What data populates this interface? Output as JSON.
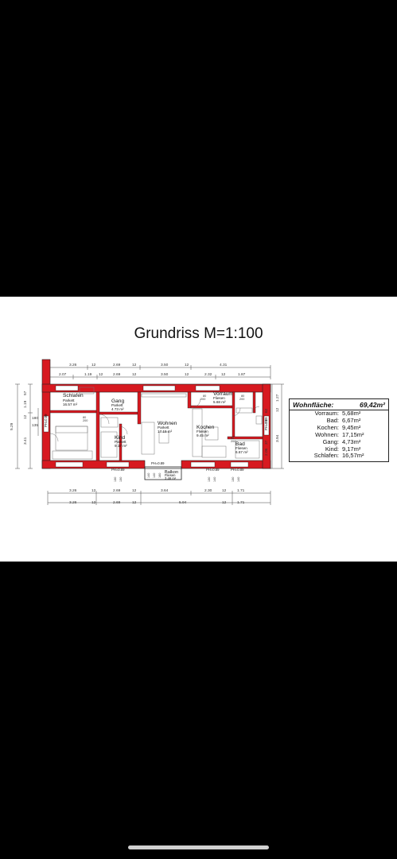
{
  "title": "Grundriss  M=1:100",
  "area_table": {
    "heading_label": "Wohnfläche:",
    "heading_value": "69,42m²",
    "rows": [
      {
        "label": "Vorraum:",
        "value": "5,68m²"
      },
      {
        "label": "Bad:",
        "value": "6,67m²"
      },
      {
        "label": "Kochen:",
        "value": "9,45m²"
      },
      {
        "label": "Wohnen:",
        "value": "17,15m²"
      },
      {
        "label": "Gang:",
        "value": "4,73m²"
      },
      {
        "label": "Kind:",
        "value": "9,17m²"
      },
      {
        "label": "Schlafen:",
        "value": "16,57m²"
      }
    ]
  },
  "rooms": {
    "schlafen": {
      "name": "Schlafen",
      "floor": "Parkett",
      "area": "16.57 m²"
    },
    "gang": {
      "name": "Gang",
      "floor": "Parkett",
      "area": "4.73 m²"
    },
    "kind": {
      "name": "Kind",
      "floor": "Parkett",
      "area": "9.17 m²"
    },
    "wohnen": {
      "name": "Wohnen",
      "floor": "Parkett",
      "area": "17.15 m²"
    },
    "vorraum": {
      "name": "Vorraum",
      "floor": "Fliesen",
      "area": "5.68 m²"
    },
    "kochen": {
      "name": "Kochen",
      "floor": "Fliesen",
      "area": "9.45 m²"
    },
    "bad": {
      "name": "Bad",
      "floor": "Fliesen",
      "area": "6.67 m²"
    },
    "balkon": {
      "name": "Balkon",
      "floor": "Fliesen",
      "area": "3.46 m²"
    }
  },
  "dimensions": {
    "top_row1": [
      "3.26",
      "12",
      "2.69",
      "12",
      "3.50",
      "12",
      "4.31"
    ],
    "top_row2": [
      "2.07",
      "1.19",
      "12",
      "2.69",
      "12",
      "3.50",
      "12",
      "2.32",
      "12",
      "1.87"
    ],
    "bottom_row1": [
      "3.26",
      "12",
      "2.69",
      "12",
      "3.64",
      "2.30",
      "12",
      "1.71"
    ],
    "bottom_row2": [
      "3.26",
      "12",
      "2.69",
      "12",
      "5.94",
      "12",
      "1.71"
    ],
    "left": [
      "5.29",
      "3.41",
      "12",
      "1.19",
      "57",
      "180",
      "135"
    ],
    "right": [
      "1.27",
      "12",
      "3.94",
      "2.06",
      "37",
      "79",
      "62"
    ],
    "ph_labels": [
      "PH=0.89",
      "PH=0.89",
      "PH=0.89",
      "PH=0.89",
      "PH=0.89",
      "PH=0.89"
    ],
    "door_labels": [
      "80",
      "200",
      "80",
      "200",
      "80",
      "200",
      "80",
      "200"
    ],
    "balcony_small": [
      "140",
      "140",
      "160",
      "130",
      "130",
      "130",
      "140",
      "130",
      "140"
    ]
  }
}
